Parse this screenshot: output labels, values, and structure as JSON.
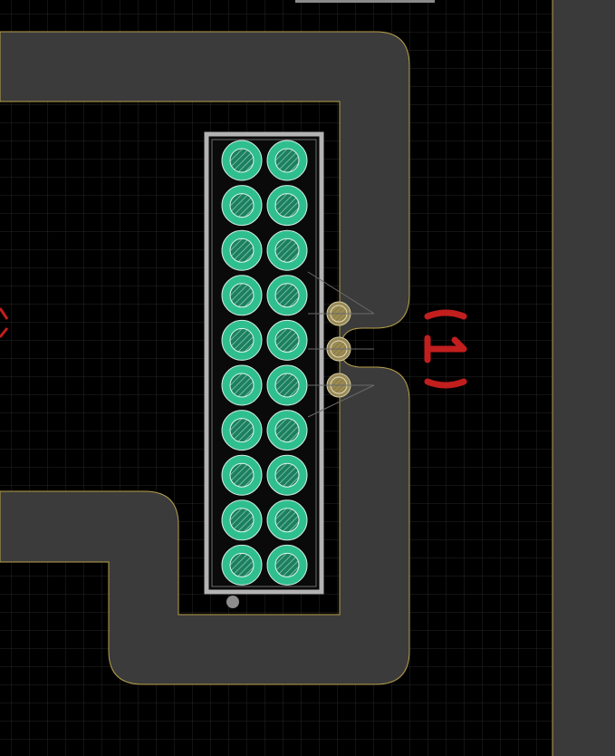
{
  "board": {
    "background_color": "#000000",
    "grid_color": "#2a2a2a",
    "copper_region_color": "#3b3b3b",
    "region_outline_color": "#b8a24a",
    "pad_color": "#2fbf8f",
    "silkscreen_color": "#b3b3b3",
    "designator_color": "#c21e1e"
  },
  "component": {
    "designator_icon": "parenthesized-one-designator",
    "pad_icon": "plated-through-hole-pad",
    "via_icon": "via-hole",
    "columns": 2,
    "rows": 10,
    "vias": 3
  }
}
